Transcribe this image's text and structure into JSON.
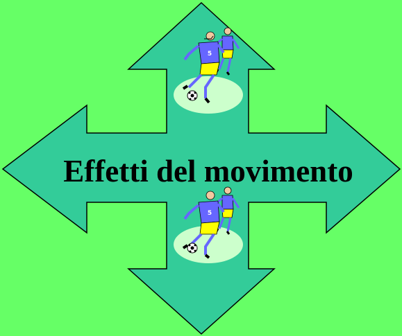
{
  "title": "Effetti del movimento",
  "colors": {
    "background": "#66ff66",
    "arrow_fill": "#33cc99",
    "arrow_stroke": "#000000",
    "field_ellipse": "#ccffcc",
    "jersey": "#6666ff",
    "shorts": "#ffff00"
  },
  "graphics": {
    "central_shape": "four-way-arrow",
    "clipart": "soccer-players-icon",
    "clipart_count": 2,
    "jersey_number": "5"
  }
}
